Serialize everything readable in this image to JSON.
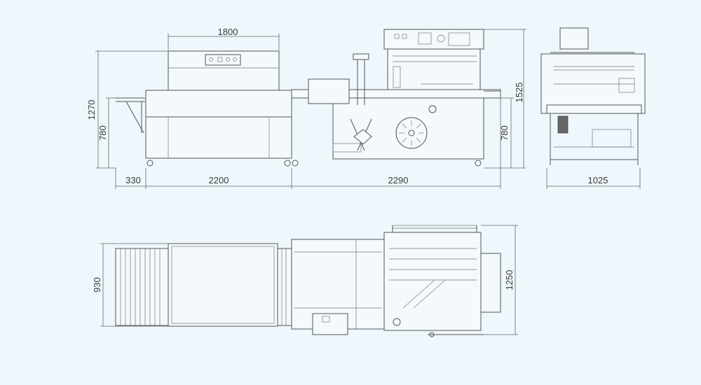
{
  "colors": {
    "background": "#eef7fc",
    "line": "#555555",
    "text": "#3a3a3a"
  },
  "front_view": {
    "dims": {
      "tunnel_length": "1800",
      "total_height": "1270",
      "table_height_left": "780",
      "table_height_right": "780",
      "sealer_height": "1525",
      "infeed_length": "330",
      "tunnel_section_length": "2200",
      "sealer_section_length": "2290"
    }
  },
  "side_view": {
    "dims": {
      "width": "1025"
    }
  },
  "top_view": {
    "dims": {
      "tunnel_width": "930",
      "sealer_width": "1250"
    }
  }
}
